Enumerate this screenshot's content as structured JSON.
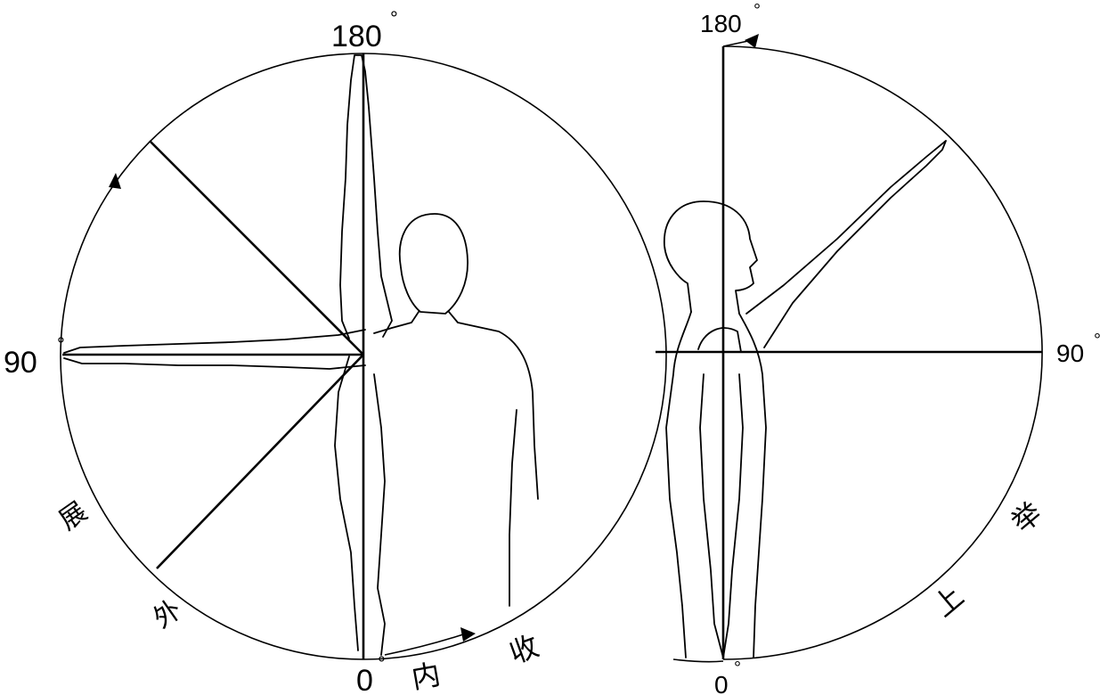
{
  "left_diagram": {
    "label_top": "180",
    "label_left": "90",
    "label_bottom": "0",
    "degree_mark": "°",
    "arc_labels": [
      "展",
      "外",
      "内",
      "收"
    ]
  },
  "right_diagram": {
    "label_top": "180",
    "label_right": "90",
    "label_bottom": "0",
    "degree_mark": "°",
    "arc_labels": [
      "上",
      "举"
    ]
  },
  "colors": {
    "line": "#000000",
    "background": "#ffffff"
  }
}
